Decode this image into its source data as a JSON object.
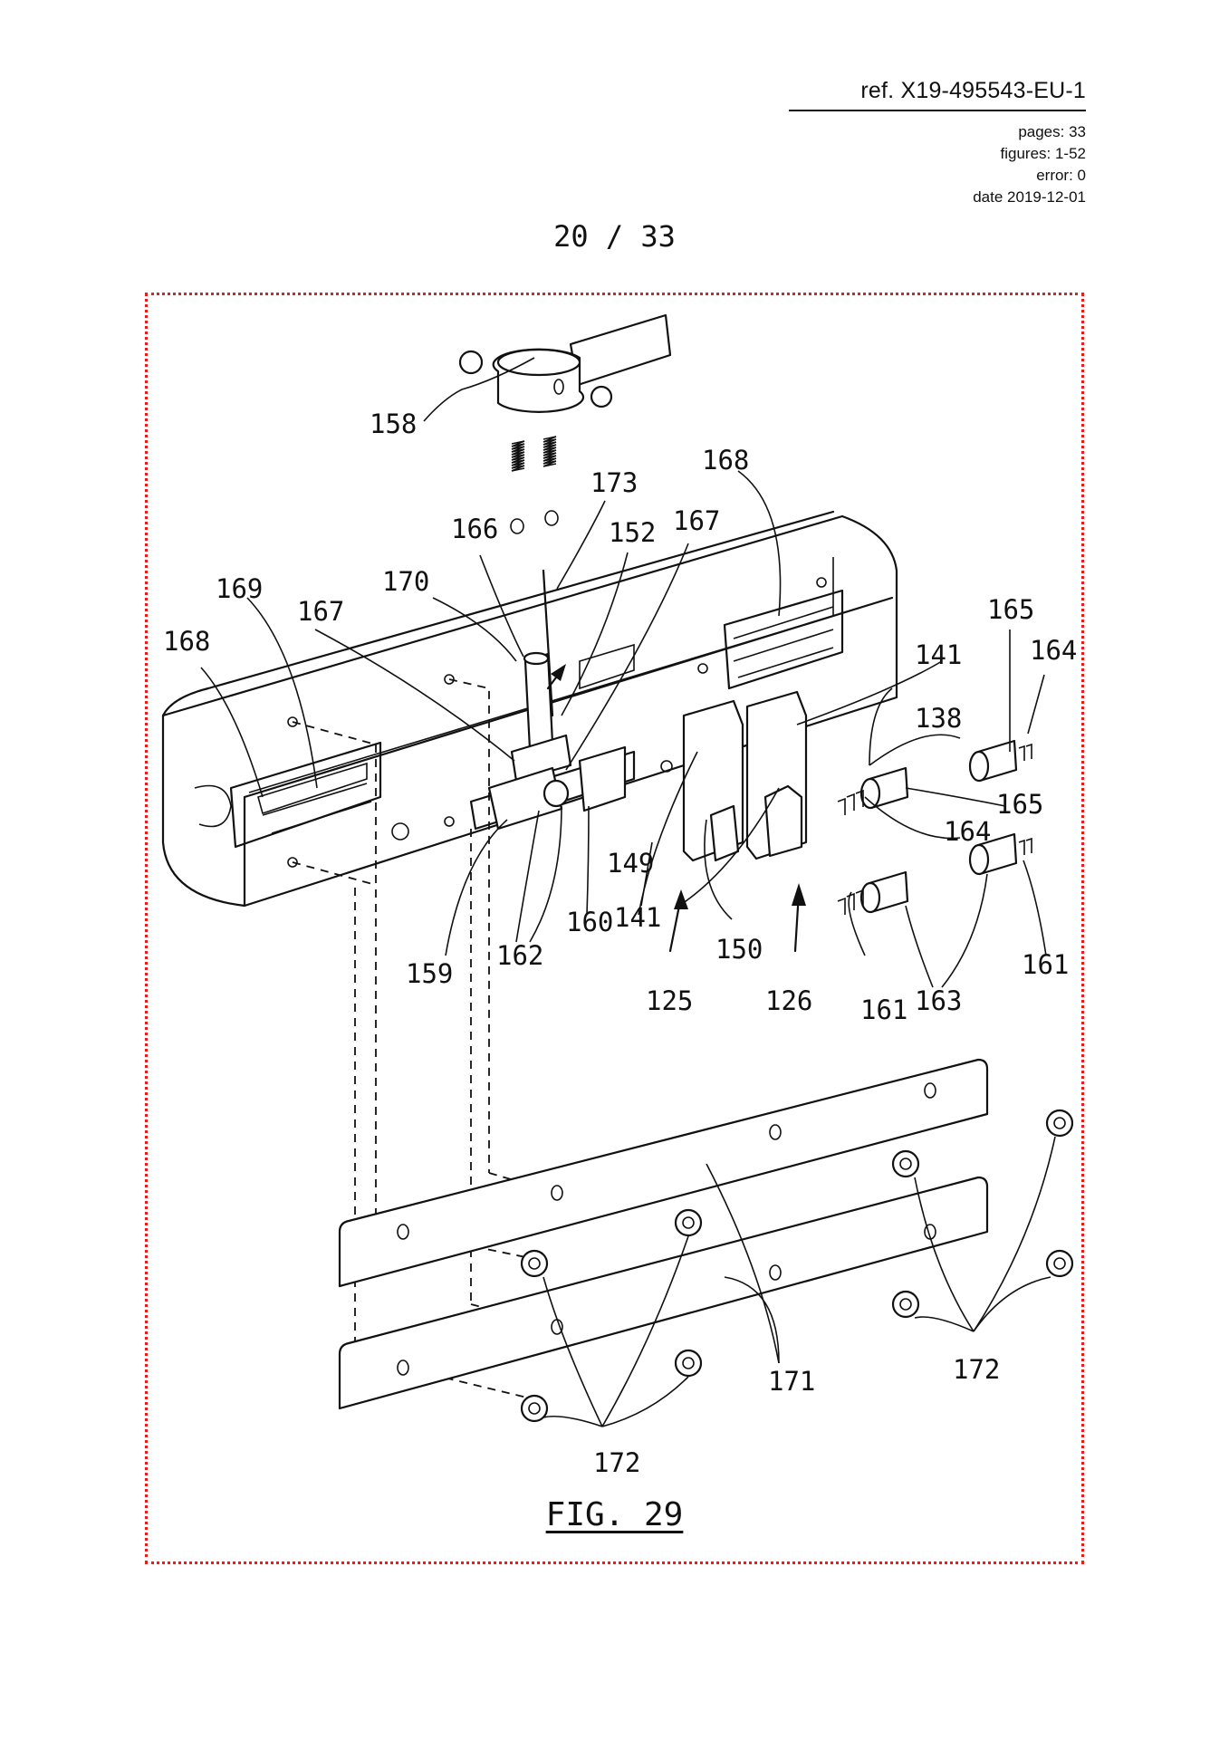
{
  "header": {
    "reference": "ref. X19-495543-EU-1",
    "pages": "pages: 33",
    "figures": "figures: 1-52",
    "error": "error: 0",
    "date": "date 2019-12-01"
  },
  "page_indicator": "20 / 33",
  "figure_caption": "FIG. 29",
  "reference_numerals": {
    "n158": "158",
    "n173": "173",
    "n168a": "168",
    "n168b": "168",
    "n166": "166",
    "n152": "152",
    "n167a": "167",
    "n167b": "167",
    "n169": "169",
    "n170": "170",
    "n165a": "165",
    "n165b": "165",
    "n164a": "164",
    "n164b": "164",
    "n141a": "141",
    "n141b": "141",
    "n138": "138",
    "n149": "149",
    "n150": "150",
    "n159": "159",
    "n162": "162",
    "n160": "160",
    "n125": "125",
    "n126": "126",
    "n161a": "161",
    "n161b": "161",
    "n163": "163",
    "n171": "171",
    "n172a": "172",
    "n172b": "172"
  },
  "colors": {
    "frame": "#e0201e",
    "ink": "#111111"
  }
}
